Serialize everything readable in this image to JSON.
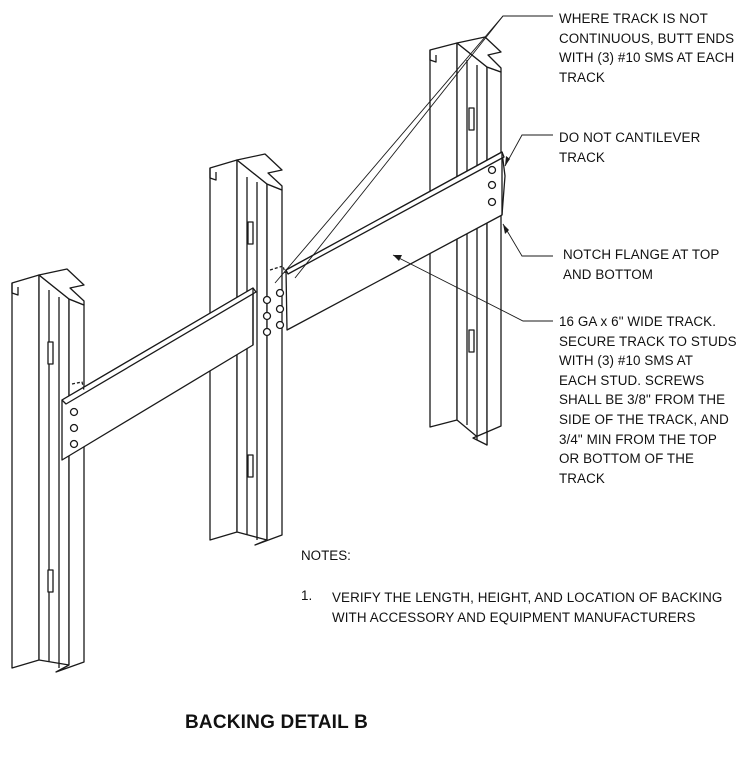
{
  "callouts": {
    "track_not_continuous": [
      "WHERE TRACK IS NOT",
      "CONTINUOUS, BUTT ENDS",
      "WITH (3) #10 SMS AT EACH",
      "TRACK"
    ],
    "do_not_cantilever": [
      "DO NOT CANTILEVER",
      "TRACK"
    ],
    "notch_flange": [
      "NOTCH FLANGE AT TOP",
      "AND BOTTOM"
    ],
    "track_spec": [
      "16 GA x 6\" WIDE TRACK.",
      "SECURE TRACK TO STUDS",
      "WITH (3) #10 SMS AT",
      "EACH STUD.  SCREWS",
      "SHALL BE 3/8\" FROM THE",
      "SIDE OF THE TRACK, AND",
      "3/4\" MIN FROM THE TOP",
      "OR BOTTOM OF THE",
      "TRACK"
    ]
  },
  "notes": {
    "heading": "NOTES:",
    "items": [
      {
        "number": "1.",
        "lines": [
          "VERIFY THE LENGTH, HEIGHT, AND LOCATION OF BACKING",
          "WITH ACCESSORY AND EQUIPMENT MANUFACTURERS"
        ]
      }
    ]
  },
  "title": "BACKING DETAIL B"
}
